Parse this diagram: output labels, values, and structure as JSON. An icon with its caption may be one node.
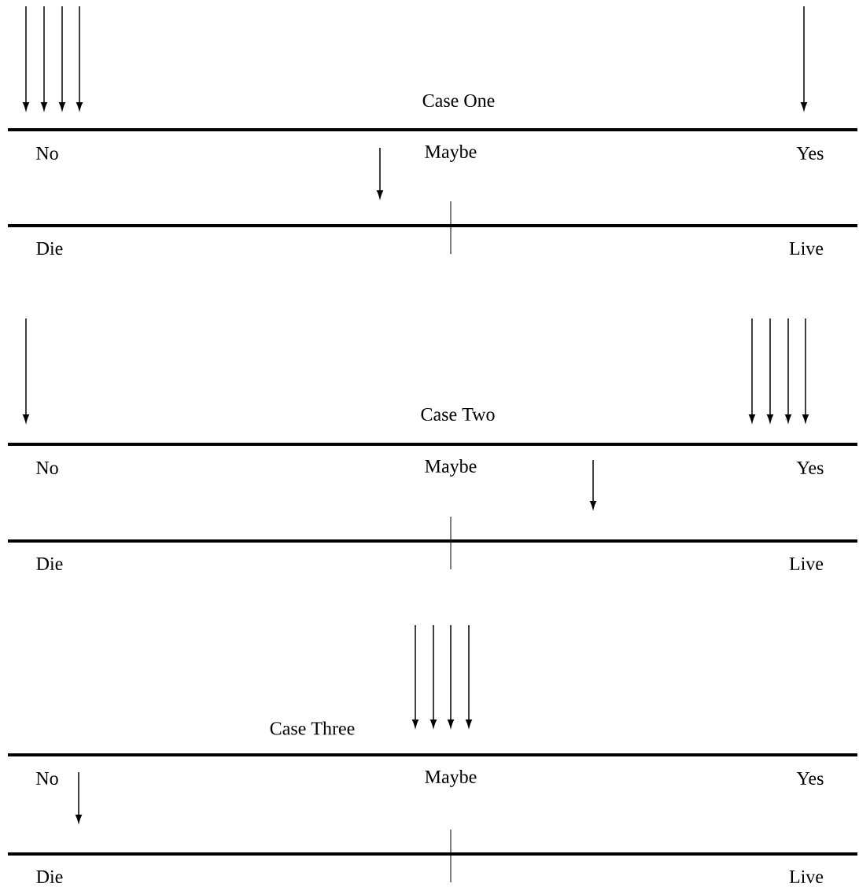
{
  "diagram": {
    "labels": [
      "Case One",
      "No",
      "Maybe",
      "Yes",
      "Die",
      "Live",
      "Case Two",
      "No",
      "Maybe",
      "Yes",
      "Die",
      "Live",
      "Case Three",
      "No",
      "Maybe",
      "Yes",
      "Die",
      "Live"
    ]
  }
}
